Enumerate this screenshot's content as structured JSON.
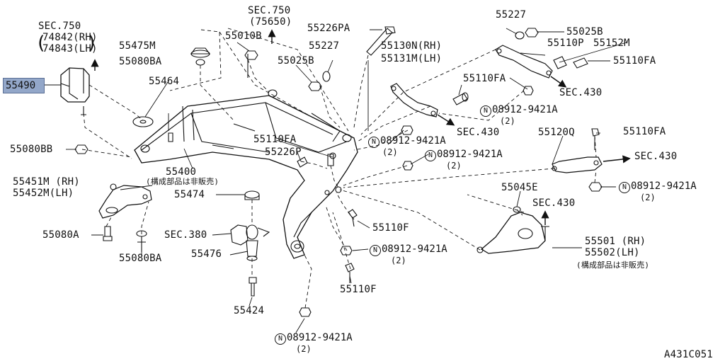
{
  "diagram_code": "A431C051",
  "highlighted_part": "55490",
  "sec750_left": [
    "SEC.750",
    "74842(RH)",
    "74843(LH)"
  ],
  "sec750_top": [
    "SEC.750",
    "(75650)"
  ],
  "labels": {
    "p55475M": "55475M",
    "p55080BA_top": "55080BA",
    "p55010B": "55010B",
    "p55226PA": "55226PA",
    "p55227_mid": "55227",
    "p55025B_mid": "55025B",
    "p55130N": "55130N(RH)",
    "p55131M": "55131M(LH)",
    "p55227_right": "55227",
    "p55025B_right": "55025B",
    "p55110P": "55110P",
    "p55152M": "55152M",
    "p55110FA_r1": "55110FA",
    "sec430_a": "SEC.430",
    "p55110FA_mid": "55110FA",
    "p55464": "55464",
    "sec430_b": "SEC.430",
    "p55080BB": "55080BB",
    "p55110FA_frame": "55110FA",
    "p55226P": "55226P",
    "p55400": "55400",
    "note_55400": "(構成部品は非販売)",
    "p55120Q": "55120Q",
    "p55110FA_r2": "55110FA",
    "sec430_c": "SEC.430",
    "p55451M": "55451M (RH)",
    "p55452M": "55452M(LH)",
    "p55474": "55474",
    "p55045E": "55045E",
    "sec430_d": "SEC.430",
    "p55080A": "55080A",
    "sec380": "SEC.380",
    "p55110F_a": "55110F",
    "p55501": "55501 (RH)",
    "p55502": "55502(LH)",
    "note_55502": "(構成部品は非販売)",
    "p55080BA_bot": "55080BA",
    "p55476": "55476",
    "p55110F_b": "55110F",
    "p55424": "55424"
  },
  "nut_labels": {
    "n1": {
      "code": "08912-9421A",
      "qty": "(2)"
    },
    "n2": {
      "code": "08912-9421A",
      "qty": "(2)"
    },
    "n3": {
      "code": "08912-9421A",
      "qty": "(2)"
    },
    "n4": {
      "code": "08912-9421A",
      "qty": "(2)"
    },
    "n5": {
      "code": "08912-9421A",
      "qty": "(2)"
    },
    "n6": {
      "code": "08912-9421A",
      "qty": "(2)"
    }
  },
  "nut_marker": "N",
  "colors": {
    "ink": "#111111",
    "highlight": "#93a7c9"
  }
}
